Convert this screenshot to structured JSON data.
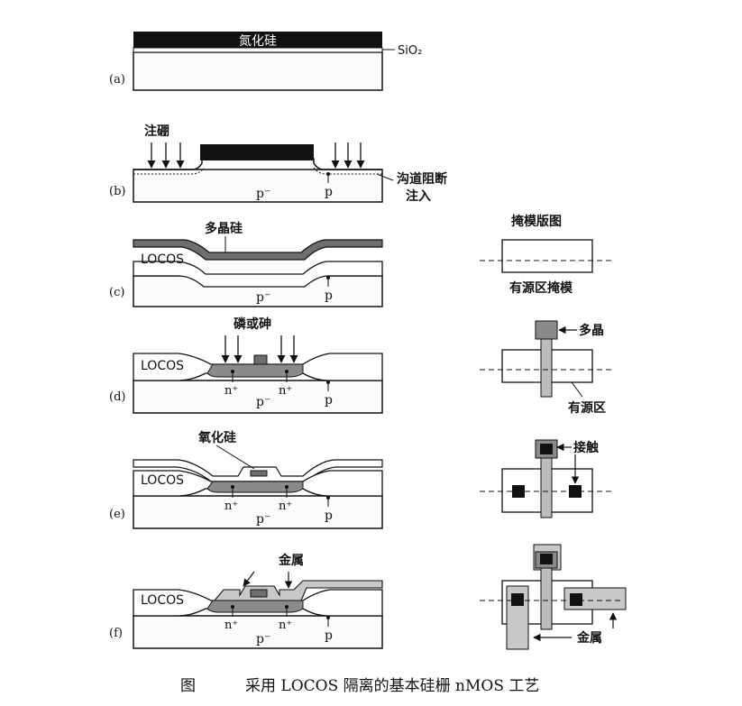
{
  "labels": {
    "nitride": "氮化硅",
    "sio2": "SiO₂",
    "boron_implant": "注硼",
    "channel_stop_1": "沟道阻断",
    "channel_stop_2": "注入",
    "p_minus": "p⁻",
    "p": "p",
    "polysilicon": "多晶硅",
    "locos": "LOCOS",
    "phos_arsenic": "磷或砷",
    "n_plus": "n⁺",
    "oxide": "氧化硅",
    "metal": "金属",
    "panel_a": "(a)",
    "panel_b": "(b)",
    "panel_c": "(c)",
    "panel_d": "(d)",
    "panel_e": "(e)",
    "panel_f": "(f)"
  },
  "mask": {
    "title": "掩模版图",
    "active_mask": "有源区掩模",
    "poly": "多晶",
    "active_region": "有源区",
    "contact": "接触",
    "metal": "金属"
  },
  "caption": {
    "fig": "图",
    "text": "采用 LOCOS 隔离的基本硅栅 nMOS 工艺"
  },
  "colors": {
    "nitride": "#111111",
    "substrate": "#fbfbfb",
    "poly": "#6e6e6e",
    "metal": "#c8c8c8",
    "contact": "#111111"
  }
}
